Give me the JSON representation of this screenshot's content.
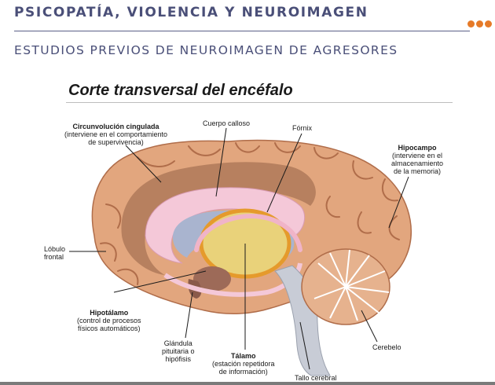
{
  "header": {
    "title": "PSICOPATÍA, VIOLENCIA Y NEUROIMAGEN",
    "subtitle": "ESTUDIOS PREVIOS DE NEUROIMAGEN DE AGRESORES"
  },
  "figure": {
    "title": "Corte transversal del encéfalo",
    "labels": {
      "cingulada": {
        "name": "Circunvolución cingulada",
        "desc1": "(interviene en el comportamiento",
        "desc2": "de supervivencia)"
      },
      "calloso": {
        "name": "Cuerpo calloso"
      },
      "fornix": {
        "name": "Fórnix"
      },
      "hipocampo": {
        "name": "Hipocampo",
        "desc1": "(interviene en el",
        "desc2": "almacenamiento",
        "desc3": "de la memoria)"
      },
      "lobulo": {
        "line1": "Lóbulo",
        "line2": "frontal"
      },
      "hipotalamo": {
        "name": "Hipotálamo",
        "desc1": "(control de procesos",
        "desc2": "físicos automáticos)"
      },
      "glandula": {
        "line1": "Glándula",
        "line2": "pituitaria o",
        "line3": "hipófisis"
      },
      "talamo": {
        "name": "Tálamo",
        "desc1": "(estación repetidora",
        "desc2": "de información)"
      },
      "cerebelo": {
        "name": "Cerebelo"
      },
      "tallo": {
        "name": "Tallo cerebral"
      }
    }
  },
  "colors": {
    "header_text": "#4a4f78",
    "accent_dots": "#e67a28",
    "cortex": "#e2a67e",
    "cortex_dark": "#b06d4a",
    "cingulate": "#b7805f",
    "callosum": "#f4c8d8",
    "ventricle": "#a9b4cf",
    "thalamus": "#e9d27a",
    "thalamus_outline": "#e59a2c",
    "cerebellum": "#e6b28e",
    "brainstem": "#c8ccd6"
  }
}
